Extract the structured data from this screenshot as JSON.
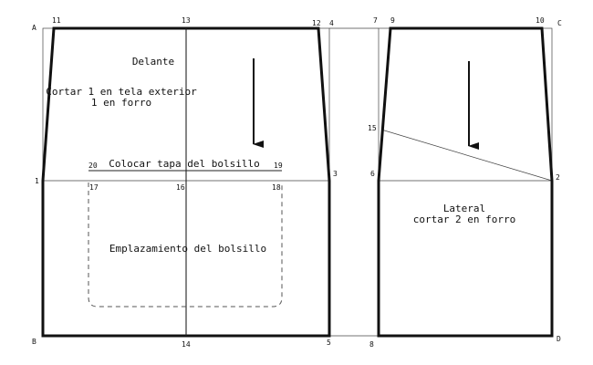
{
  "points": {
    "A": "A",
    "B": "B",
    "C": "C",
    "D": "D",
    "p1": "1",
    "p2": "2",
    "p3": "3",
    "p4": "4",
    "p5": "5",
    "p6": "6",
    "p7": "7",
    "p8": "8",
    "p9": "9",
    "p10": "10",
    "p11": "11",
    "p12": "12",
    "p13": "13",
    "p14": "14",
    "p15": "15",
    "p16": "16",
    "p17": "17",
    "p18": "18",
    "p19": "19",
    "p20": "20"
  },
  "front": {
    "title": "Delante",
    "cut_line1": "Cortar 1 en tela exterior",
    "cut_line2": "1 en forro",
    "pocket_flap": "Colocar tapa del bolsillo",
    "pocket_placement": "Emplazamiento del bolsillo"
  },
  "side": {
    "title": "Lateral",
    "cut": "cortar 2 en forro"
  }
}
